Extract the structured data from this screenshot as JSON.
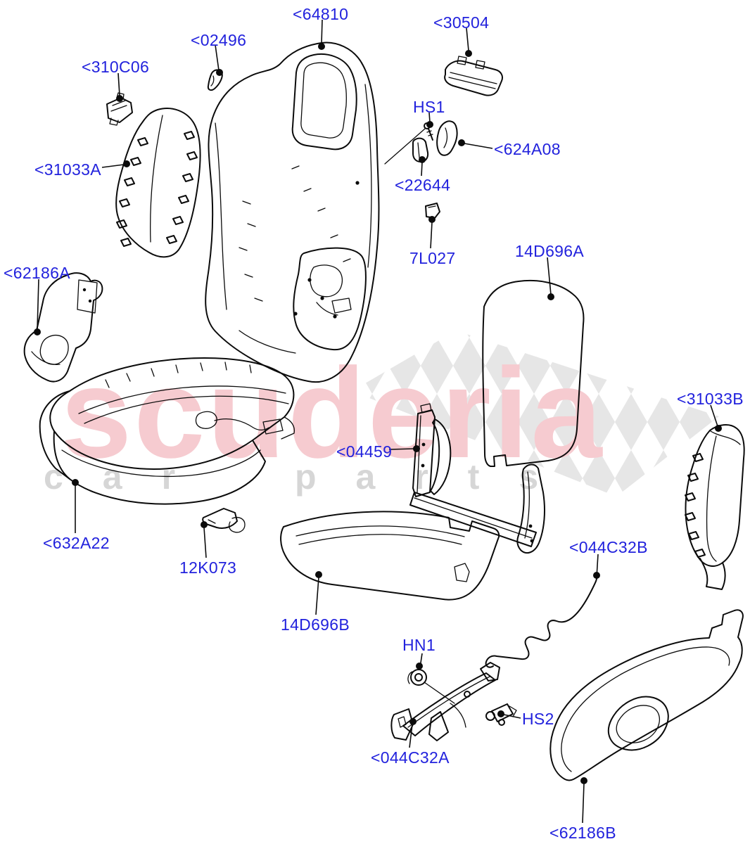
{
  "watermark": {
    "brand": "scuderia",
    "tagline": "car parts",
    "brand_color": "#f6cbd0",
    "tagline_color": "#d6d6d6",
    "checker_color": "#d7d7d7"
  },
  "label_style": {
    "color": "#2222dd"
  },
  "labels": {
    "p310C06": {
      "text": "<310C06"
    },
    "p02496": {
      "text": "<02496"
    },
    "p64810": {
      "text": "<64810"
    },
    "p30504": {
      "text": "<30504"
    },
    "hs1": {
      "text": "HS1"
    },
    "p624A08": {
      "text": "<624A08"
    },
    "p22644": {
      "text": "<22644"
    },
    "p7L027": {
      "text": "7L027"
    },
    "p14D696A": {
      "text": "14D696A"
    },
    "p62186A": {
      "text": "<62186A"
    },
    "p31033A": {
      "text": "<31033A"
    },
    "p31033B": {
      "text": "<31033B"
    },
    "p04459": {
      "text": "<04459"
    },
    "p632A22": {
      "text": "<632A22"
    },
    "p12K073": {
      "text": "12K073"
    },
    "p14D696B": {
      "text": "14D696B"
    },
    "p044C32B": {
      "text": "<044C32B"
    },
    "hn1": {
      "text": "HN1"
    },
    "hs2": {
      "text": "HS2"
    },
    "p044C32A": {
      "text": "<044C32A"
    },
    "p62186B": {
      "text": "<62186B"
    }
  }
}
